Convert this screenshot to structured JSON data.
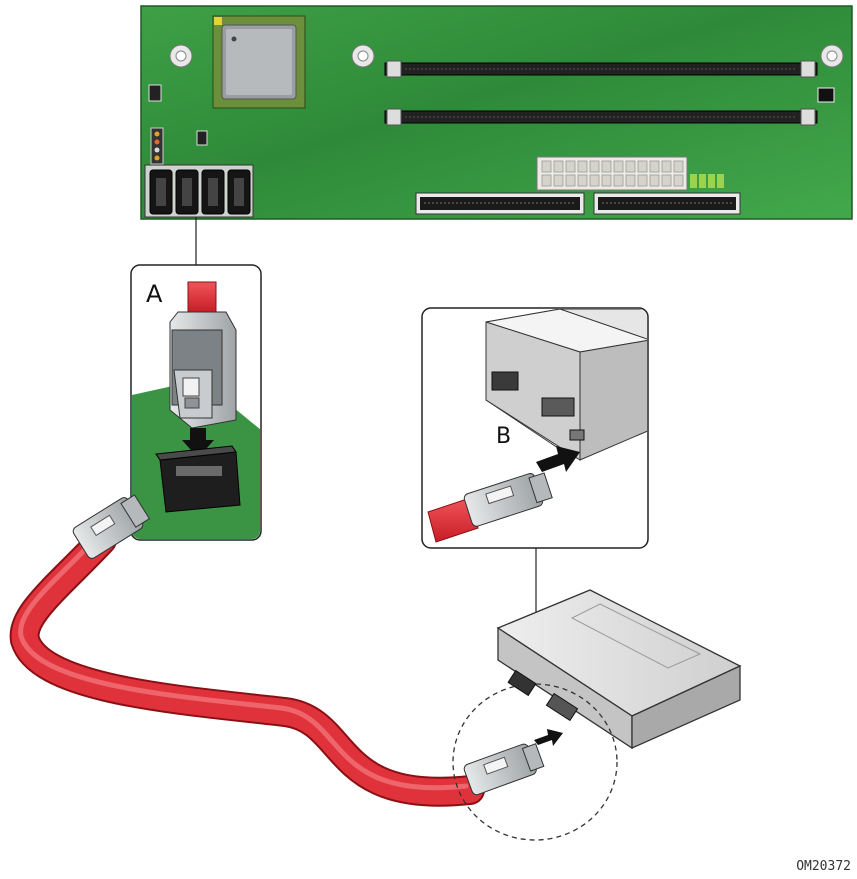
{
  "callouts": {
    "a": "A",
    "b": "B"
  },
  "figure_id": "OM20372",
  "colors": {
    "board_green": "#2f8f3a",
    "board_dark": "#1e6b2a",
    "cable_red": "#d8232a",
    "drive_gray": "#d9d9d9",
    "connector_gray": "#c9ccce"
  },
  "icons": [
    "insert-arrow-icon"
  ]
}
